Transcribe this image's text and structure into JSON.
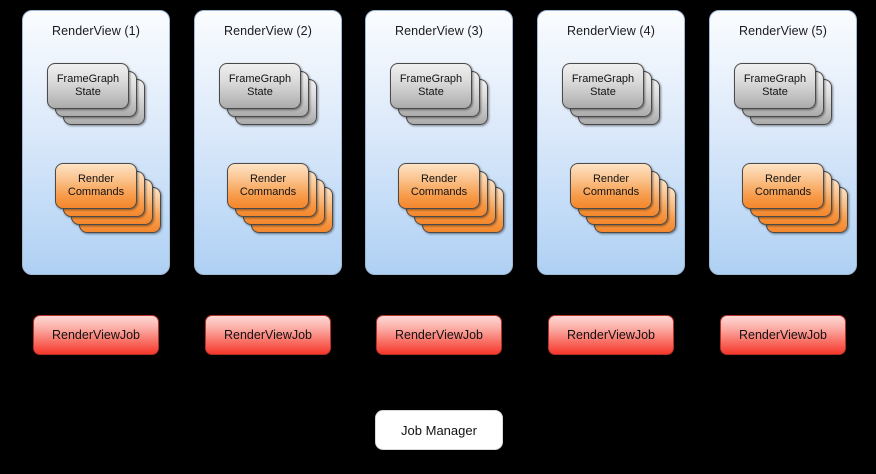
{
  "diagram": {
    "background_color": "#000000",
    "panel_gradient_top": "#fbfdff",
    "panel_gradient_bottom": "#afd0f3",
    "accent_orange": "#f4872c",
    "accent_red": "#f6372c",
    "accent_gray": "#c4c4c4"
  },
  "render_views": [
    {
      "title": "RenderView (1)",
      "framegraph": {
        "label": "FrameGraph\nState",
        "count": 3
      },
      "render_commands": {
        "label": "Render\nCommands",
        "count": 4
      },
      "job": {
        "label": "RenderViewJob"
      }
    },
    {
      "title": "RenderView (2)",
      "framegraph": {
        "label": "FrameGraph\nState",
        "count": 3
      },
      "render_commands": {
        "label": "Render\nCommands",
        "count": 4
      },
      "job": {
        "label": "RenderViewJob"
      }
    },
    {
      "title": "RenderView (3)",
      "framegraph": {
        "label": "FrameGraph\nState",
        "count": 3
      },
      "render_commands": {
        "label": "Render\nCommands",
        "count": 4
      },
      "job": {
        "label": "RenderViewJob"
      }
    },
    {
      "title": "RenderView (4)",
      "framegraph": {
        "label": "FrameGraph\nState",
        "count": 3
      },
      "render_commands": {
        "label": "Render\nCommands",
        "count": 4
      },
      "job": {
        "label": "RenderViewJob"
      }
    },
    {
      "title": "RenderView (5)",
      "framegraph": {
        "label": "FrameGraph\nState",
        "count": 3
      },
      "render_commands": {
        "label": "Render\nCommands",
        "count": 4
      },
      "job": {
        "label": "RenderViewJob"
      }
    }
  ],
  "job_manager": {
    "label": "Job Manager"
  }
}
